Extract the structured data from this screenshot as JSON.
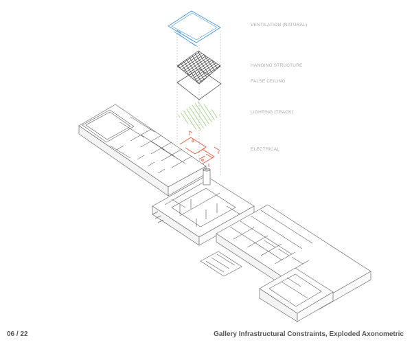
{
  "layers": [
    {
      "key": "ventilation",
      "label": "VENTILATION (NATURAL)",
      "color": "#4f9ad8"
    },
    {
      "key": "hanging",
      "label": "HANGING STRUCTURE",
      "color": "#3a3a3a"
    },
    {
      "key": "ceiling",
      "label": "FALSE CEILING",
      "color": "#3a3a3a"
    },
    {
      "key": "lighting",
      "label": "LIGHTING (TRACK)",
      "color": "#8cc96b"
    },
    {
      "key": "electrical",
      "label": "ELECTRICAL",
      "color": "#e2583e"
    }
  ],
  "footer": {
    "page": "06 / 22",
    "title": "Gallery Infrastructural Constraints, Exploded Axonometric"
  },
  "colors": {
    "building_line": "#6a6a6a",
    "label_text": "#a8a8a8",
    "footer_text": "#555555",
    "guide_line": "#b0b0b0"
  }
}
